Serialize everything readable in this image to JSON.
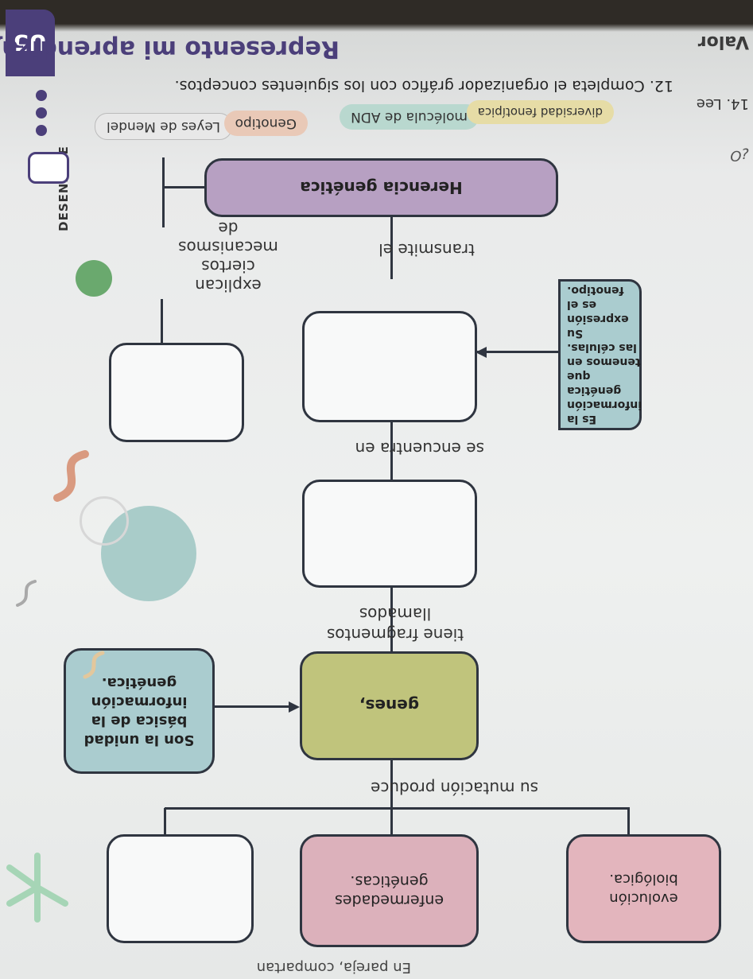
{
  "header": {
    "unit_badge": "U5",
    "title": "Represento mi aprendizaje",
    "instruction": "12. Completa el organizador gráfico con los siguientes conceptos.",
    "section_label": "DESENLACE",
    "right_heading": "Valor",
    "right_item": "14. Lee",
    "right_question": "¿O"
  },
  "concept_chips": [
    "Leyes de Mendel",
    "Genotipo",
    "molécula de ADN",
    "diversidad fenotípica"
  ],
  "nodes": {
    "root": "Herencia genética",
    "genotype_def": "Es la información genética que tenemos en las células. Su expresión es el fenotipo.",
    "gene_def": "Son la unidad básica de la información genética.",
    "genes": "genes,",
    "diseases": "enfermedades genéticas.",
    "evolution": "evolución biológica.",
    "blank_1": "",
    "blank_2": "",
    "blank_3": "",
    "blank_4": ""
  },
  "connectors": {
    "explains": "explican ciertos mecanismos de",
    "transmits": "transmite el",
    "found_in": "se encuentra en",
    "has_fragments": "tiene fragmentos llamados",
    "mutation": "su mutación produce"
  },
  "footer": {
    "partial": "En pareja, compartan"
  },
  "colors": {
    "purple": "#b7a0c2",
    "teal": "#aacccf",
    "olive": "#c0c47c",
    "pink": "#dcb1bb",
    "green_dot": "#6aa96e"
  }
}
